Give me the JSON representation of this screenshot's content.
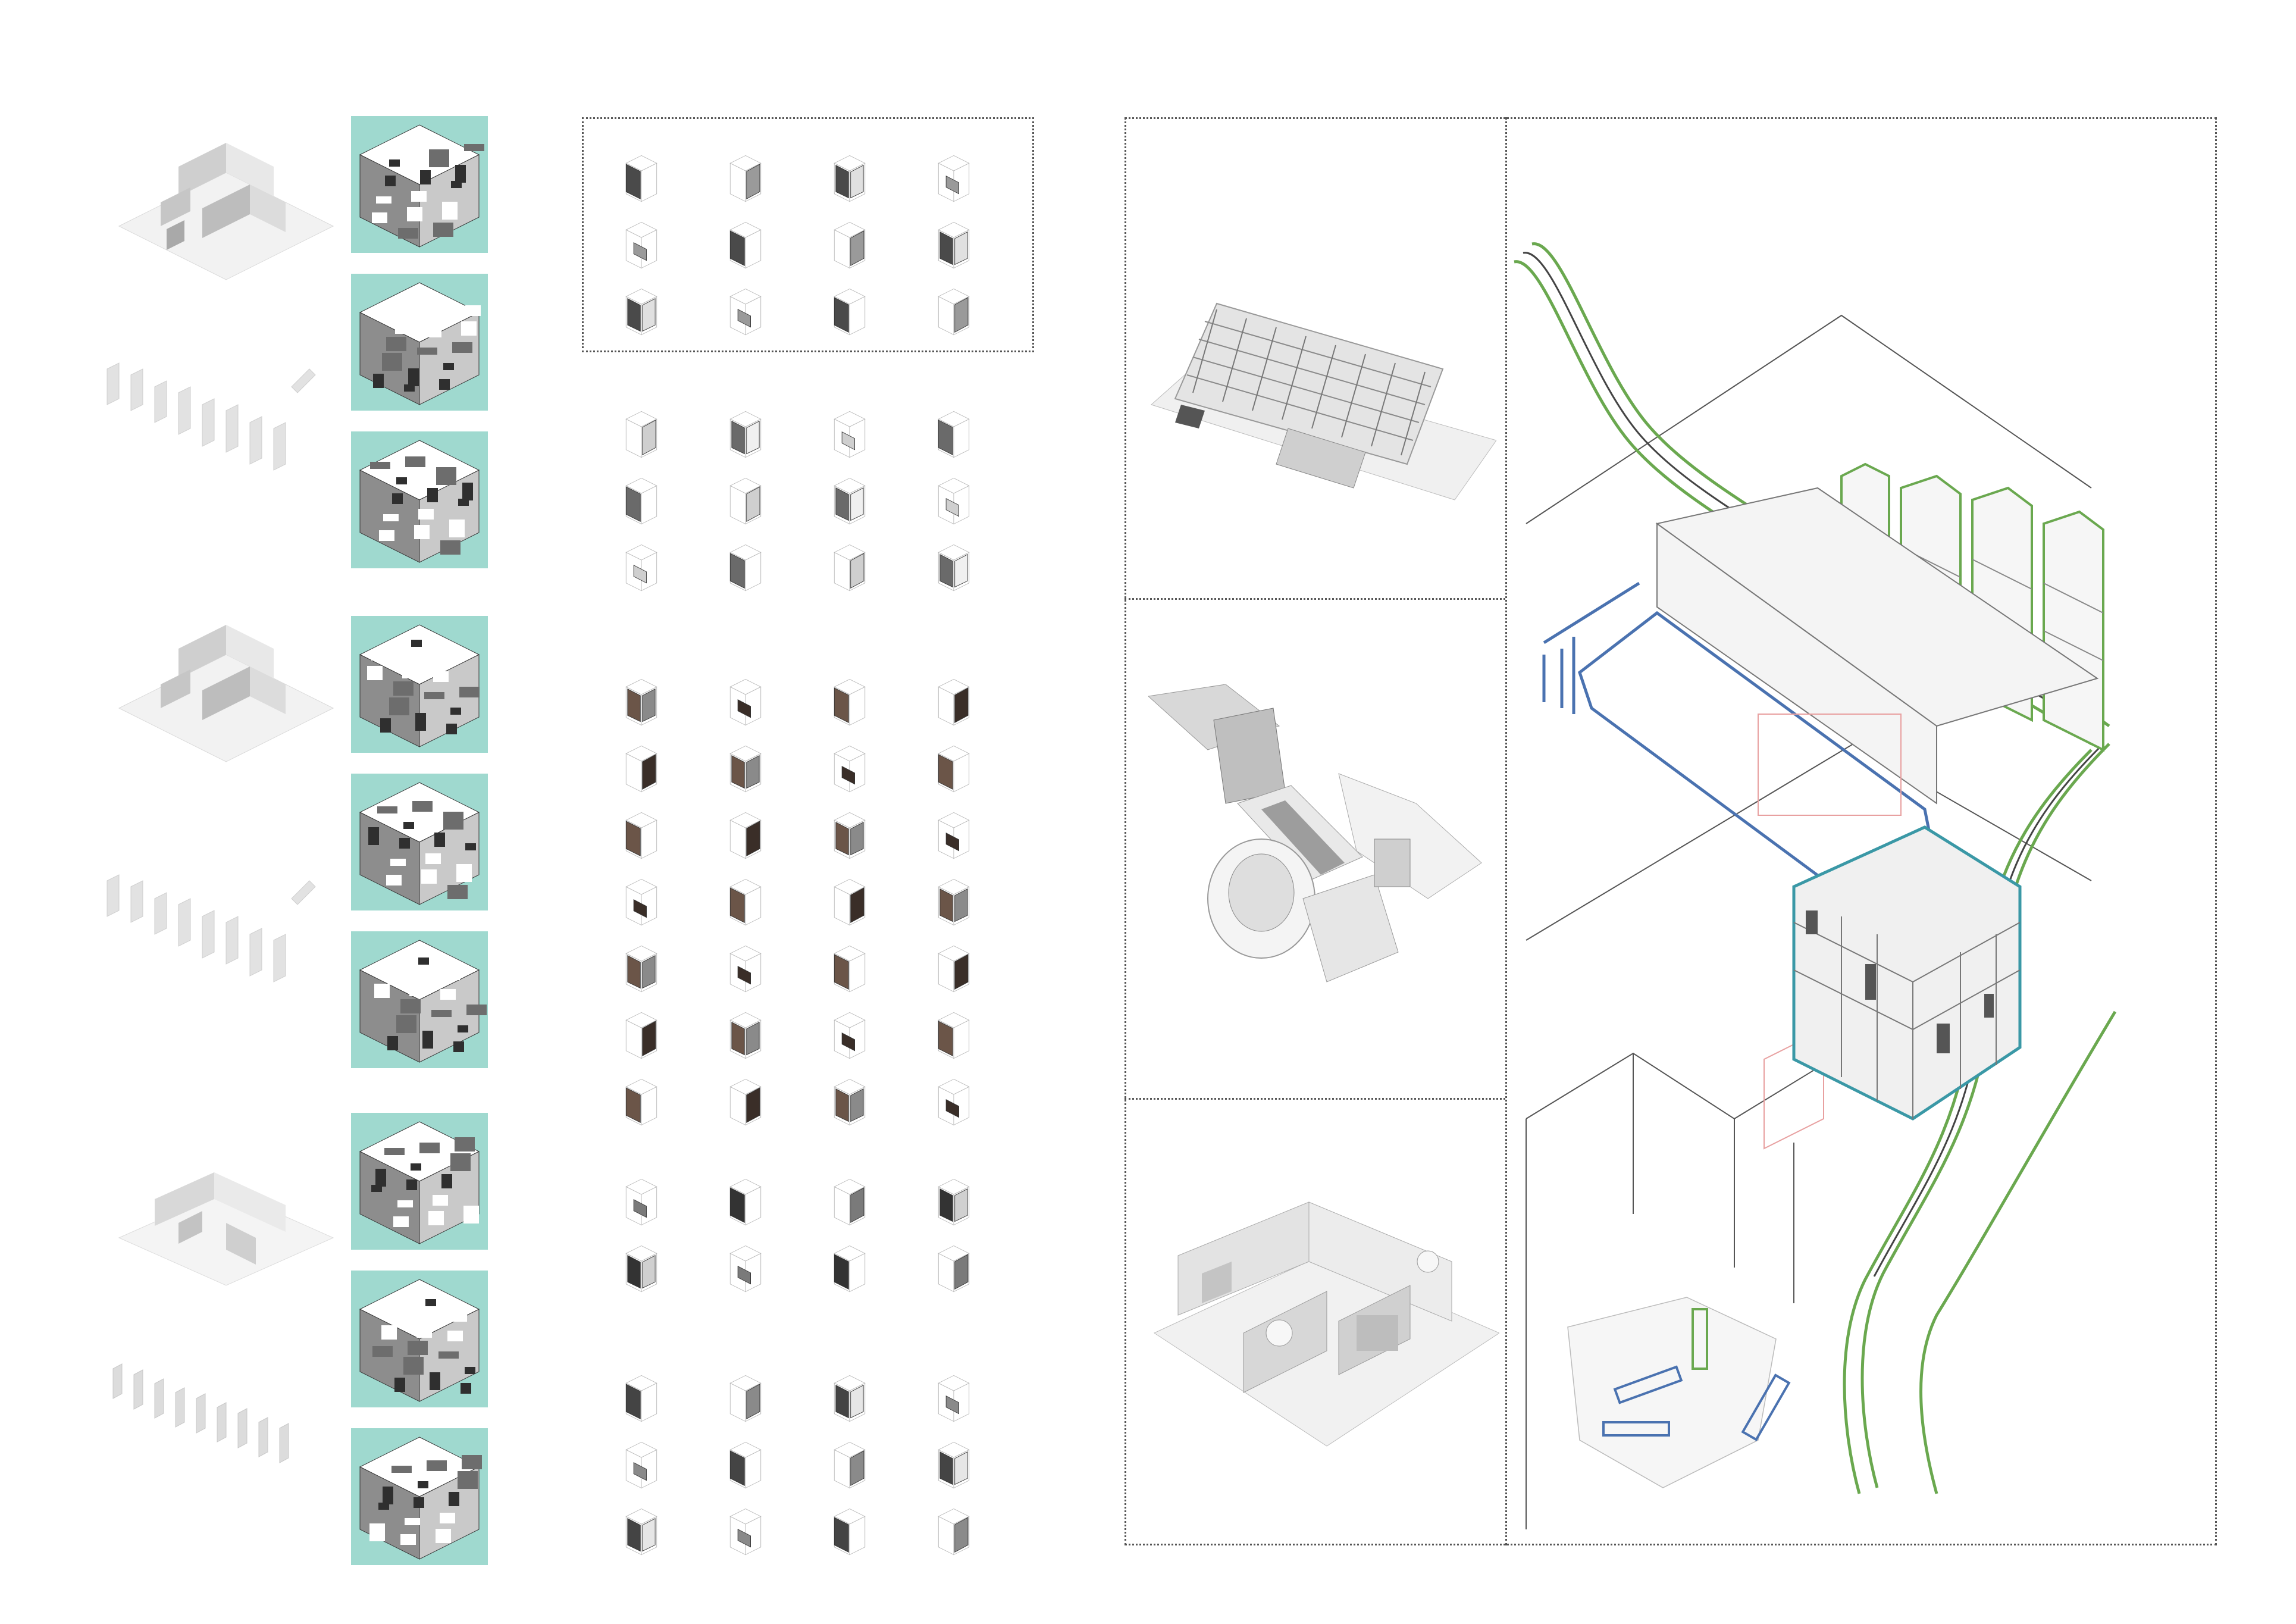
{
  "colors": {
    "background": "#ffffff",
    "teal_panel": "#9fd9cf",
    "infra_green": "#6aa84f",
    "module_blue": "#4a72b0",
    "cube_teal": "#3a98a6",
    "pink_trace": "#e8a0a0",
    "wood": "#6b5548",
    "grey_dark": "#555555",
    "grey_mid": "#9a9a9a",
    "grey_light": "#e6e6e6",
    "frame_line": "#555555"
  },
  "icons": {
    "axon_solid": "isometric-room-model",
    "axon_wall": "isometric-wall-strip",
    "axon_cube": "isometric-cube-cluster",
    "module": "isometric-component-cube"
  },
  "figure": {
    "left_models": [
      {
        "kind": "room",
        "row": 0
      },
      {
        "kind": "walls",
        "row": 1
      },
      {
        "kind": "room",
        "row": 2
      },
      {
        "kind": "walls",
        "row": 3
      },
      {
        "kind": "room",
        "row": 4
      },
      {
        "kind": "walls",
        "row": 5
      }
    ],
    "teal_cubes_count": 9,
    "catalogue_groups": [
      {
        "rows": 3,
        "cols": 4,
        "framed": true
      },
      {
        "rows": 3,
        "cols": 4,
        "framed": false
      },
      {
        "rows": 7,
        "cols": 4,
        "framed": false
      },
      {
        "rows": 2,
        "cols": 4,
        "framed": false
      },
      {
        "rows": 3,
        "cols": 4,
        "framed": false
      }
    ],
    "detail_panels": 3
  }
}
